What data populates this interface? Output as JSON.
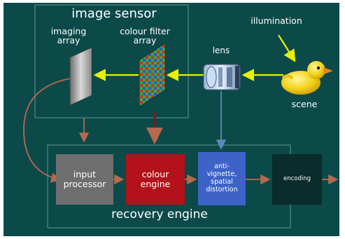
{
  "colors": {
    "background": "#0c4a4a",
    "frame_outline": "#4e8b85",
    "arrow_yellow": "#e8f000",
    "arrow_brown": "#b5694f",
    "arrow_blue": "#5d88bb",
    "input_processor_fill": "#6e6e6e",
    "colour_engine_fill": "#b3121a",
    "anti_vignette_fill": "#3e63c7",
    "encoding_fill": "#0a2c2a"
  },
  "image_sensor": {
    "title": "image sensor",
    "imaging_array_label": "imaging\narray",
    "colour_filter_label": "colour filter\narray"
  },
  "optics": {
    "lens_label": "lens",
    "illumination_label": "illumination",
    "scene_label": "scene",
    "scene_icon": "rubber-duck-icon",
    "lens_icon": "camera-lens-icon"
  },
  "recovery_engine": {
    "title": "recovery engine",
    "stages": [
      {
        "label": "input\nprocessor"
      },
      {
        "label": "colour\nengine"
      },
      {
        "label": "anti-\nvignette,\nspatial\ndistortion"
      },
      {
        "label": "encoding"
      }
    ]
  }
}
